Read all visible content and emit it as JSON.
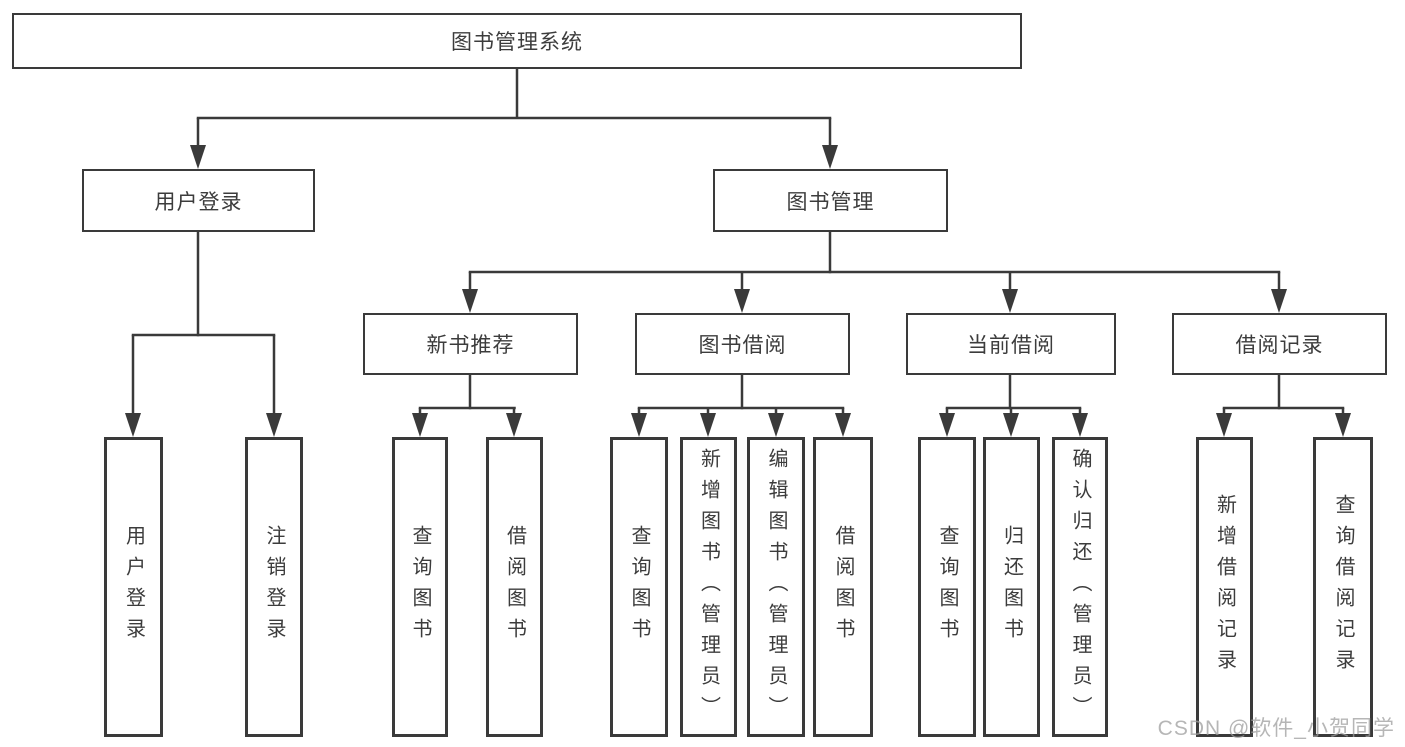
{
  "tree": {
    "root": {
      "label": "图书管理系统",
      "children": [
        {
          "label": "用户登录",
          "children": [
            {
              "label": "用户登录"
            },
            {
              "label": "注销登录"
            }
          ]
        },
        {
          "label": "图书管理",
          "children": [
            {
              "label": "新书推荐",
              "children": [
                {
                  "label": "查询图书"
                },
                {
                  "label": "借阅图书"
                }
              ]
            },
            {
              "label": "图书借阅",
              "children": [
                {
                  "label": "查询图书"
                },
                {
                  "label": "新增图书（管理员）"
                },
                {
                  "label": "编辑图书（管理员）"
                },
                {
                  "label": "借阅图书"
                }
              ]
            },
            {
              "label": "当前借阅",
              "children": [
                {
                  "label": "查询图书"
                },
                {
                  "label": "归还图书"
                },
                {
                  "label": "确认归还（管理员）"
                }
              ]
            },
            {
              "label": "借阅记录",
              "children": [
                {
                  "label": "新增借阅记录"
                },
                {
                  "label": "查询借阅记录"
                }
              ]
            }
          ]
        }
      ]
    }
  },
  "watermark": "CSDN @软件_小贺同学",
  "colors": {
    "line": "#3a3a3a",
    "text": "#3c3c3c",
    "box_background": "#ffffff",
    "watermark": "#9e9e9e"
  }
}
